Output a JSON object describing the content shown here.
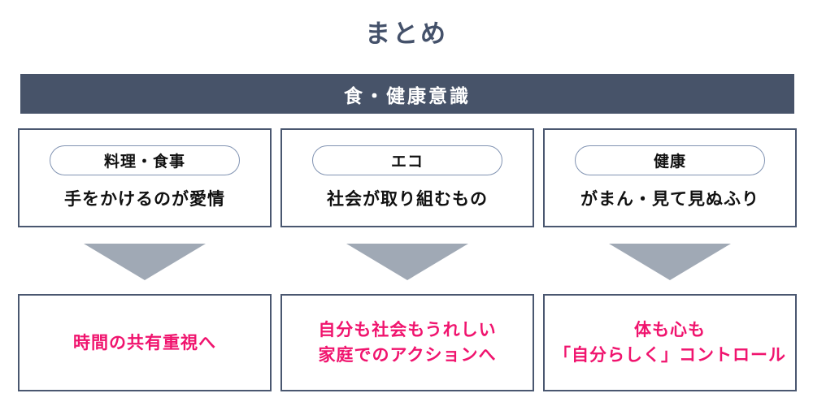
{
  "page": {
    "title": "まとめ"
  },
  "header": {
    "label": "食・健康意識"
  },
  "columns": [
    {
      "tag": "料理・食事",
      "perception": "手をかけるのが愛情",
      "result": "時間の共有重視へ"
    },
    {
      "tag": "エコ",
      "perception": "社会が取り組むもの",
      "result": "自分も社会もうれしい\n家庭でのアクションへ"
    },
    {
      "tag": "健康",
      "perception": "がまん・見て見ぬふり",
      "result": "体も心も\n「自分らしく」コントロール"
    }
  ],
  "colors": {
    "header_bg": "#475369",
    "header_text": "#ffffff",
    "title_text": "#44516A",
    "box_border": "#4A5770",
    "pill_border": "#8193B2",
    "arrow_gray": "#A0A9B5",
    "result_pink": "#F0146E",
    "body_text": "#111111"
  }
}
